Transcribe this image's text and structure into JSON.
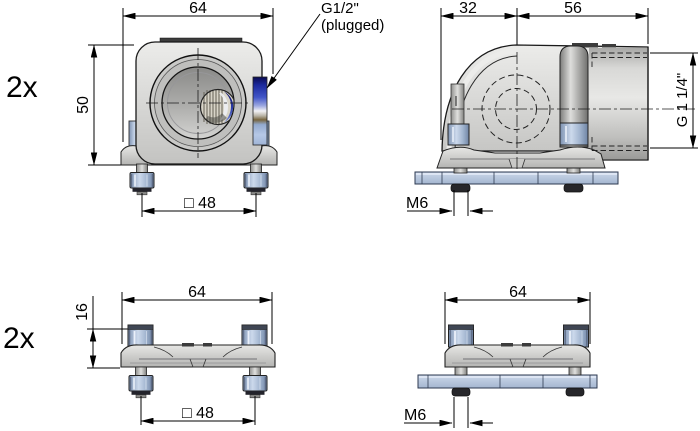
{
  "colors": {
    "background": "#ffffff",
    "line": "#000000",
    "part_gray": "#d3d3d1",
    "fitting_blue": "#b3c3da",
    "plug_navy": "#1a1a8c"
  },
  "labels": {
    "quantity_top": "2x",
    "quantity_bottom": "2x"
  },
  "front_view": {
    "dim_width": "64",
    "dim_height": "50",
    "dim_bolt_spacing": "□ 48",
    "callout_line1": "G1/2\"",
    "callout_line2": "(plugged)"
  },
  "side_view": {
    "dim_offset": "32",
    "dim_depth": "56",
    "dim_thread": "G 1 1/4\"",
    "dim_screw_thread": "M6"
  },
  "bracket_front_view": {
    "dim_width": "64",
    "dim_height": "16",
    "dim_bolt_spacing": "□ 48"
  },
  "bracket_side_view": {
    "dim_width": "64",
    "dim_screw_thread": "M6"
  }
}
